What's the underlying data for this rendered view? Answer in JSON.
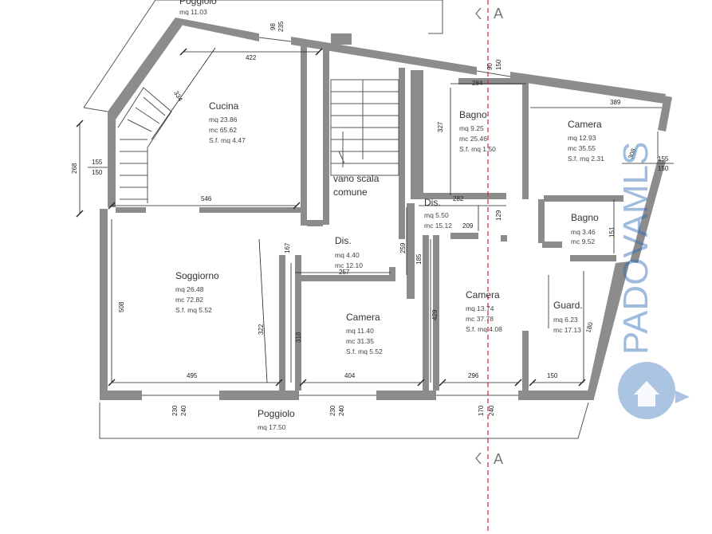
{
  "rooms": {
    "cucina": {
      "name": "Cucina",
      "mq": "mq 23.86",
      "mc": "mc 65.62",
      "sf": "S.f. mq 4.47"
    },
    "soggiorno": {
      "name": "Soggiorno",
      "mq": "mq 26.48",
      "mc": "mc 72.82",
      "sf": "S.f. mq 5.52"
    },
    "dis1": {
      "name": "Dis.",
      "mq": "mq 4.40",
      "mc": "mc 12.10"
    },
    "camera1": {
      "name": "Camera",
      "mq": "mq 11.40",
      "mc": "mc 31.35",
      "sf": "S.f. mq 5.52"
    },
    "bagno1": {
      "name": "Bagno",
      "mq": "mq 9.25",
      "mc": "mc 25.46",
      "sf": "S.f. mq 1.50"
    },
    "camera2": {
      "name": "Camera",
      "mq": "mq 12.93",
      "mc": "mc 35.55",
      "sf": "S.f. mq 2.31"
    },
    "dis2": {
      "name": "Dis.",
      "mq": "mq 5.50",
      "mc": "mc 15.12"
    },
    "bagno2": {
      "name": "Bagno",
      "mq": "mq 3.46",
      "mc": "mc 9.52"
    },
    "camera3": {
      "name": "Camera",
      "mq": "mq 13.74",
      "mc": "mc 37.78",
      "sf": "S.f. mq 4.08"
    },
    "guard": {
      "name": "Guard.",
      "mq": "mq 6.23",
      "mc": "mc 17.13"
    },
    "vano": {
      "line1": "vano scala",
      "line2": "comune"
    }
  },
  "poggiolo_top": {
    "name": "Poggiolo",
    "mq": "mq 11.03"
  },
  "poggiolo_bottom": {
    "name": "Poggiolo",
    "mq": "mq 17.50"
  },
  "section": {
    "mark_top": "A",
    "mark_bottom": "A"
  },
  "dimensions": {
    "d422": "422",
    "d334": "334",
    "d268": "268",
    "d155a": "155",
    "d150a": "150",
    "d546": "546",
    "d508": "508",
    "d495": "495",
    "d322": "322",
    "d318": "318",
    "d167": "167",
    "d257": "257",
    "d404": "404",
    "d259": "259",
    "d185": "185",
    "d429": "429",
    "d296": "296",
    "d150b": "150",
    "d284": "284",
    "d327": "327",
    "d282": "282",
    "d129": "129",
    "d209": "209",
    "d389": "389",
    "d308": "308",
    "d155b": "155",
    "d150c": "150",
    "d151": "151",
    "d180": "180",
    "d98": "98",
    "d235": "235",
    "d90": "90",
    "d150d": "150",
    "d230a": "230",
    "d240a": "240",
    "d230b": "230",
    "d240b": "240",
    "d170": "170",
    "d240c": "240"
  },
  "watermark": {
    "text": "PADOVAMLS"
  },
  "colors": {
    "wall": "#8c8c8c",
    "section_line": "#e0202a",
    "watermark": "#2d6bb5"
  }
}
